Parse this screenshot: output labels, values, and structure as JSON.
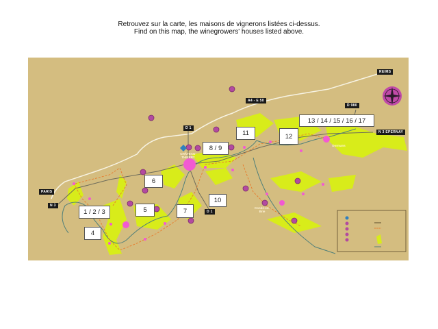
{
  "header": {
    "line_fr": "Retrouvez sur la carte, les maisons de vignerons listées ci-dessus.",
    "line_en": "Find on this map, the winegrowers' houses listed above."
  },
  "map": {
    "colors": {
      "background": "#d4bd80",
      "vineyard": "#d8ec1a",
      "town": "#f25ad2",
      "river": "#4f7f7a",
      "road": "#f7f3e3",
      "route": "#e87a2a"
    },
    "roads": {
      "reims": "REIMS",
      "paris": "PARIS",
      "a4": "A4 - E 50",
      "d1_north": "D 1",
      "d980": "D 980",
      "n3_epernay": "N 3 EPERNAY",
      "n3_west": "N 3",
      "d1_south": "D 1",
      "d1_mid": "D 1"
    },
    "places": {
      "chateau_thierry": "CHÂTEAU-THIERRY",
      "dormans": "Dormans",
      "conde": "Condé-en-Brie"
    },
    "markers": [
      "1 / 2 / 3",
      "4",
      "5",
      "6",
      "7",
      "8 / 9",
      "10",
      "11",
      "12",
      "13 / 14 / 15 / 16 / 17"
    ]
  }
}
